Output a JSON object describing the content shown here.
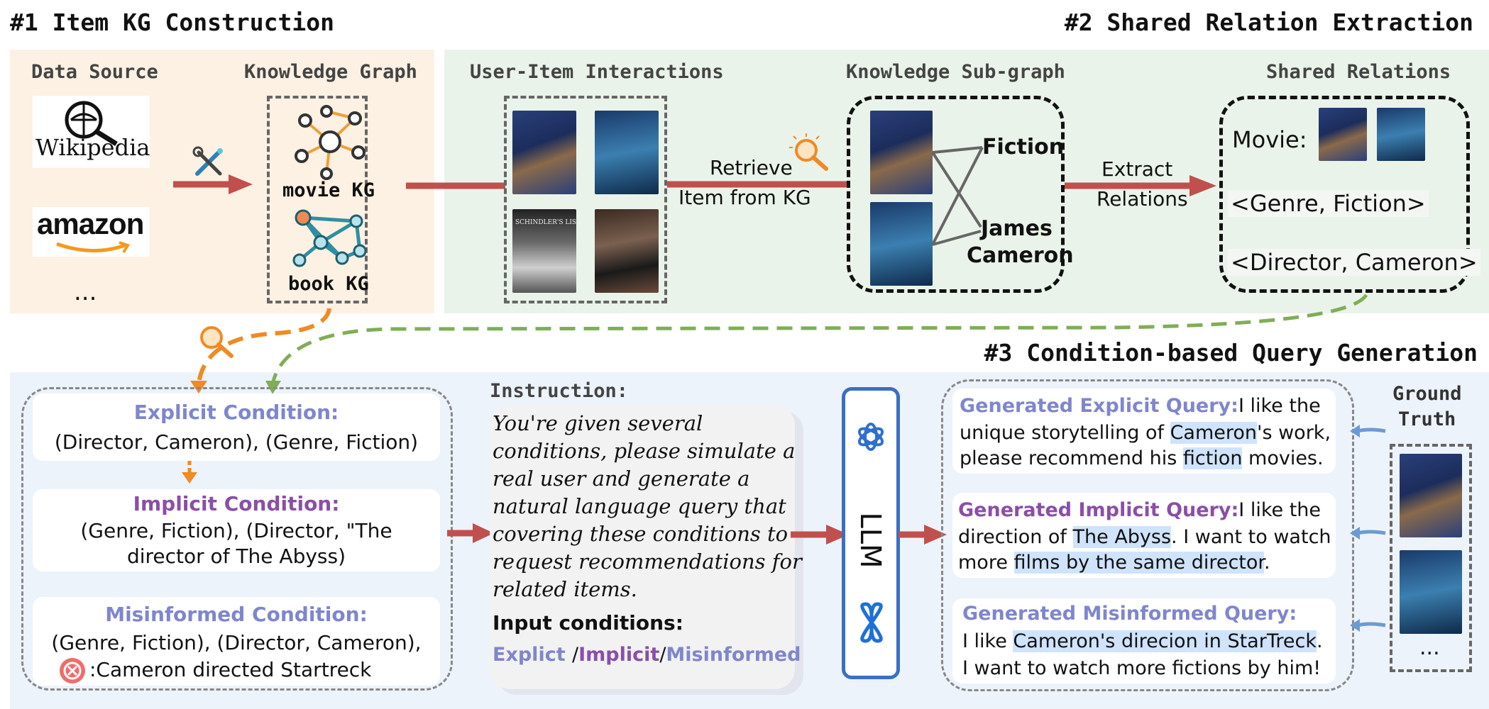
{
  "titles": {
    "s1": "#1 Item KG Construction",
    "s2": "#2 Shared Relation Extraction",
    "s3": "#3 Condition-based Query Generation"
  },
  "s1": {
    "data_source_label": "Data Source",
    "kg_label": "Knowledge Graph",
    "wikipedia": "Wikipedia",
    "amazon": "amazon",
    "ellipsis": "...",
    "movie_kg": "movie KG",
    "book_kg": "book KG"
  },
  "s2": {
    "interactions_label": "User-Item Interactions",
    "subgraph_label": "Knowledge Sub-graph",
    "shared_label": "Shared Relations",
    "retrieve_line1": "Retrieve",
    "retrieve_line2": "Item from KG",
    "extract_line1": "Extract",
    "extract_line2": "Relations",
    "node_fiction": "Fiction",
    "node_james": "James",
    "node_cameron": "Cameron",
    "movie_label": "Movie:",
    "relation1": "<Genre, Fiction>",
    "relation2": "<Director, Cameron>",
    "poster4_text": "SCHINDLER'S LIST"
  },
  "s3": {
    "explicit_title": "Explicit Condition:",
    "explicit_body": "(Director, Cameron), (Genre, Fiction)",
    "implicit_title": "Implicit Condition:",
    "implicit_body1": "(Genre, Fiction), (Director, \"The",
    "implicit_body2": "director of The Abyss)",
    "misinformed_title": "Misinformed Condition:",
    "misinformed_body1": "(Genre, Fiction), (Director, Cameron),",
    "misinformed_body2": ":Cameron directed Startreck",
    "instruction_label": "Instruction:",
    "instruction_lines": [
      "You're given several",
      "conditions, please simulate a",
      "real user and generate a",
      "natural language query that",
      "covering these conditions to",
      "request recommendations for",
      "related items."
    ],
    "input_conditions_label": "Input conditions:",
    "cond_explicit": "Explict",
    "cond_implicit": "Implicit",
    "cond_misinformed": "Misinformed",
    "sep": "/",
    "llm": "LLM",
    "q_explicit_title": "Generated Explicit Query:",
    "q_explicit_l1a": "I like the",
    "q_explicit_l2a": "unique storytelling of ",
    "q_explicit_l2b": "Cameron",
    "q_explicit_l2c": "'s work,",
    "q_explicit_l3a": "please recommend his ",
    "q_explicit_l3b": "fiction",
    "q_explicit_l3c": " movies.",
    "q_implicit_title": "Generated Implicit Query:",
    "q_implicit_l1a": "I like the",
    "q_implicit_l2a": "direction of ",
    "q_implicit_l2b": "The Abyss",
    "q_implicit_l2c": ". I want to watch",
    "q_implicit_l3a": "more ",
    "q_implicit_l3b": "films by the same director",
    "q_implicit_l3c": ".",
    "q_mis_title": "Generated Misinformed Query:",
    "q_mis_l1a": "I like ",
    "q_mis_l1b": "Cameron's direcion in StarTreck",
    "q_mis_l1c": ".",
    "q_mis_l2": "I want to watch more fictions by him!",
    "ground_truth_1": "Ground",
    "ground_truth_2": "Truth",
    "gt_ellipsis": "..."
  },
  "colors": {
    "s1_bg": "#fdf1e3",
    "s2_bg": "#eaf3ea",
    "s3_bg": "#edf3fb",
    "arrow_red": "#c0504d",
    "orange": "#f08a24",
    "green_dash": "#7fae56",
    "explicit": "#7e86cc",
    "implicit": "#8a4ea8",
    "highlight": "#cfe3fb"
  },
  "icons": [
    "magnifier-globe-icon",
    "tools-icon",
    "network-graph-icon",
    "search-sparkle-icon",
    "openai-logo-icon",
    "meta-logo-icon",
    "error-x-icon",
    "left-arrow-icon"
  ]
}
